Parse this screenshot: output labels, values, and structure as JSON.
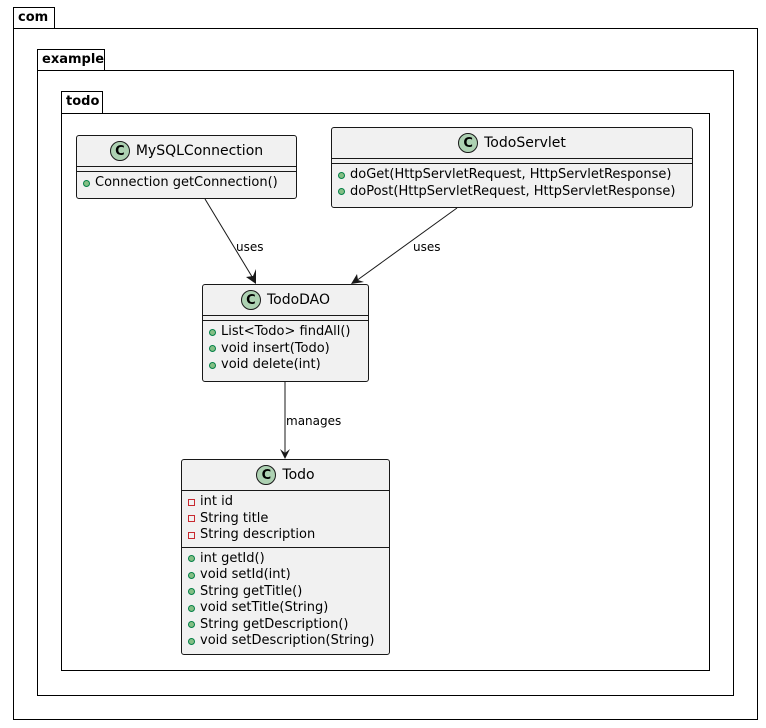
{
  "packages": {
    "com": "com",
    "example": "example",
    "todo": "todo"
  },
  "classes": {
    "mysql": {
      "name": "MySQLConnection",
      "stereotype": "C",
      "methods": [
        {
          "vis": "public",
          "text": "Connection getConnection()"
        }
      ]
    },
    "servlet": {
      "name": "TodoServlet",
      "stereotype": "C",
      "methods": [
        {
          "vis": "public",
          "text": "doGet(HttpServletRequest, HttpServletResponse)"
        },
        {
          "vis": "public",
          "text": "doPost(HttpServletRequest, HttpServletResponse)"
        }
      ]
    },
    "dao": {
      "name": "TodoDAO",
      "stereotype": "C",
      "methods": [
        {
          "vis": "public",
          "text": "List<Todo> findAll()"
        },
        {
          "vis": "public",
          "text": "void insert(Todo)"
        },
        {
          "vis": "public",
          "text": "void delete(int)"
        }
      ]
    },
    "todo": {
      "name": "Todo",
      "stereotype": "C",
      "fields": [
        {
          "vis": "private",
          "text": "int id"
        },
        {
          "vis": "private",
          "text": "String title"
        },
        {
          "vis": "private",
          "text": "String description"
        }
      ],
      "methods": [
        {
          "vis": "public",
          "text": "int getId()"
        },
        {
          "vis": "public",
          "text": "void setId(int)"
        },
        {
          "vis": "public",
          "text": "String getTitle()"
        },
        {
          "vis": "public",
          "text": "void setTitle(String)"
        },
        {
          "vis": "public",
          "text": "String getDescription()"
        },
        {
          "vis": "public",
          "text": "void setDescription(String)"
        }
      ]
    }
  },
  "relations": {
    "mysql_dao": "uses",
    "servlet_dao": "uses",
    "dao_todo": "manages"
  },
  "colors": {
    "class_fill": "#f1f1f1",
    "badge_fill": "#add1b2",
    "public_marker": "#84be84",
    "private_marker": "#c82930"
  }
}
